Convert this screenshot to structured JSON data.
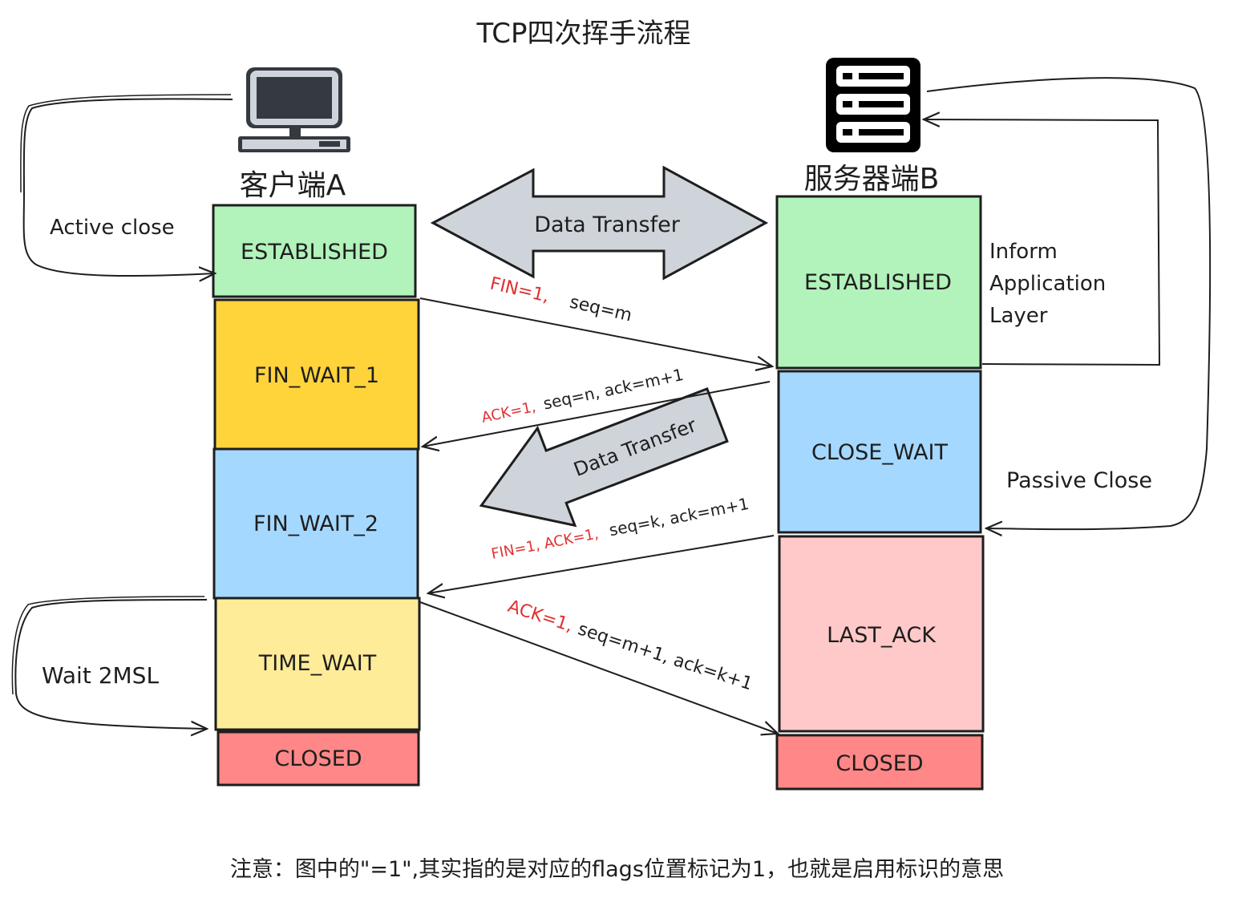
{
  "title": "TCP四次挥手流程",
  "client": {
    "label": "客户端A",
    "icon": "computer-icon",
    "states": [
      "ESTABLISHED",
      "FIN_WAIT_1",
      "FIN_WAIT_2",
      "TIME_WAIT",
      "CLOSED"
    ],
    "active_close": "Active close",
    "wait_2msl": "Wait 2MSL"
  },
  "server": {
    "label": "服务器端B",
    "icon": "server-icon",
    "states": [
      "ESTABLISHED",
      "CLOSE_WAIT",
      "LAST_ACK",
      "CLOSED"
    ],
    "inform": [
      "Inform",
      "Application",
      "Layer"
    ],
    "passive_close": "Passive Close"
  },
  "data_transfer": {
    "top": "Data Transfer",
    "middle": "Data Transfer"
  },
  "messages": [
    {
      "flags": "FIN=1,",
      "rest": "seq=m"
    },
    {
      "flags": "ACK=1,",
      "rest": "seq=n, ack=m+1"
    },
    {
      "flags": "FIN=1, ACK=1,",
      "rest": "seq=k, ack=m+1"
    },
    {
      "flags": "ACK=1,",
      "rest": "seq=m+1, ack=k+1"
    }
  ],
  "note": "注意：图中的\"=1\",其实指的是对应的flags位置标记为1，也就是启用标识的意思",
  "colors": {
    "established": "#b2f2bb",
    "fin_wait_1": "#ffd43b",
    "fin_wait_2": "#a5d8ff",
    "time_wait": "#ffec99",
    "closed": "#ff8787",
    "close_wait": "#a5d8ff",
    "last_ack": "#ffc9c9",
    "arrow_fill": "#ced4da",
    "flag_red": "#e03131"
  }
}
